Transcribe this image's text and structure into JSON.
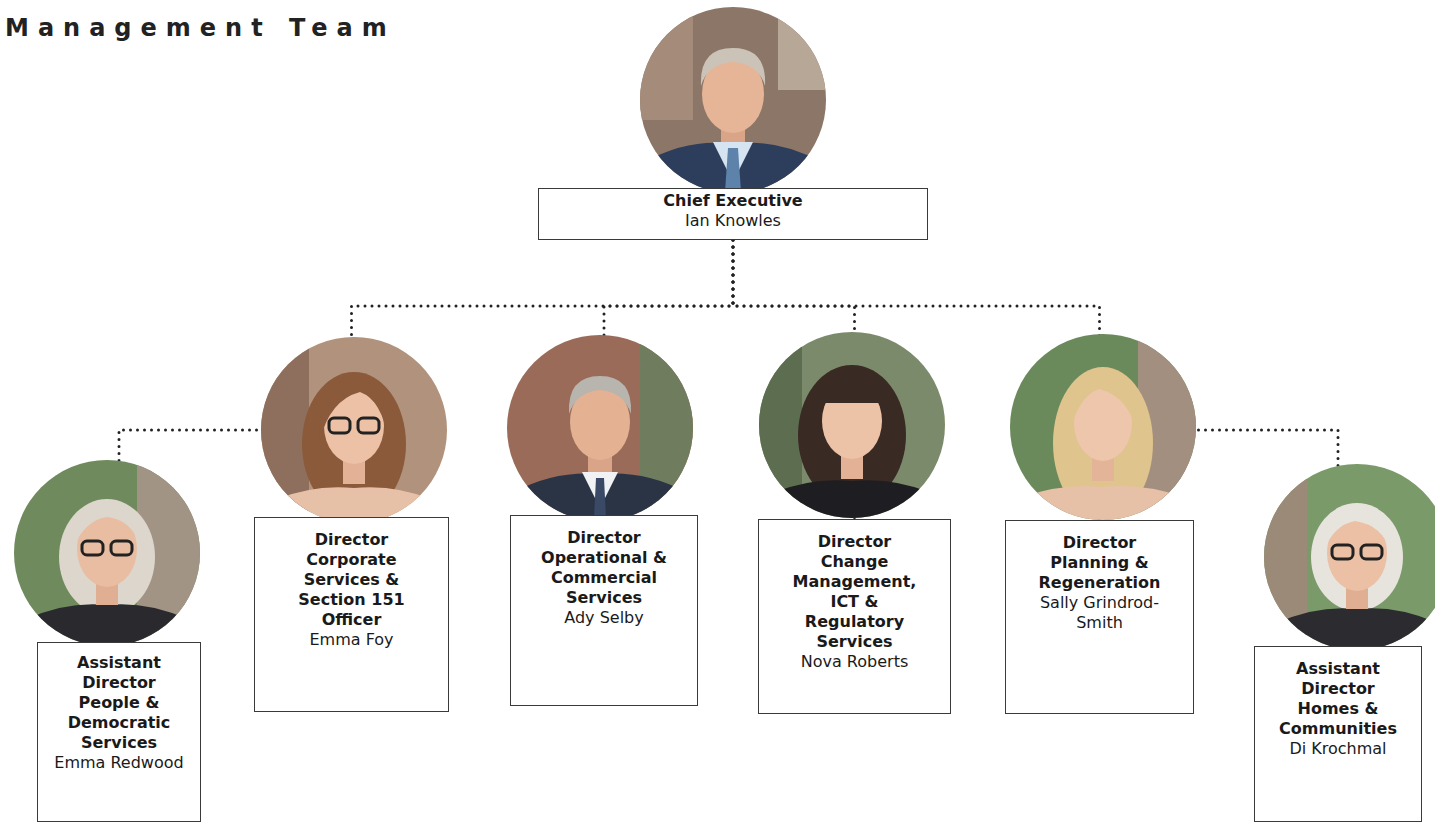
{
  "diagram": {
    "title": "Management Team",
    "nodes": [
      {
        "text": [
          "Chief Executive",
          "Ian Knowles"
        ]
      },
      {
        "text": [
          "Assistant Director People & Democratic Services",
          "Emma Redwood"
        ]
      },
      {
        "text": [
          "Director Corporate Services & Section 151 Officer",
          "Emma Foy"
        ]
      },
      {
        "text": [
          "Director Operational & Commercial Services",
          "Ady Selby"
        ]
      },
      {
        "text": [
          "Director Change Management, ICT & Regulatory Services",
          "Nova Roberts"
        ]
      },
      {
        "text": [
          "Director Planning & Regeneration",
          "Sally Grindrod-Smith"
        ]
      },
      {
        "text": [
          "Assistant Director Homes & Communities",
          "Di Krochmal"
        ]
      }
    ],
    "edges": [
      {
        "from": 0,
        "to": 2,
        "arrow": "none"
      },
      {
        "from": 0,
        "to": 3,
        "arrow": "none"
      },
      {
        "from": 0,
        "to": 4,
        "arrow": "none"
      },
      {
        "from": 0,
        "to": 5,
        "arrow": "none"
      },
      {
        "from": 2,
        "to": 1,
        "arrow": "none"
      },
      {
        "from": 5,
        "to": 6,
        "arrow": "none"
      }
    ]
  }
}
